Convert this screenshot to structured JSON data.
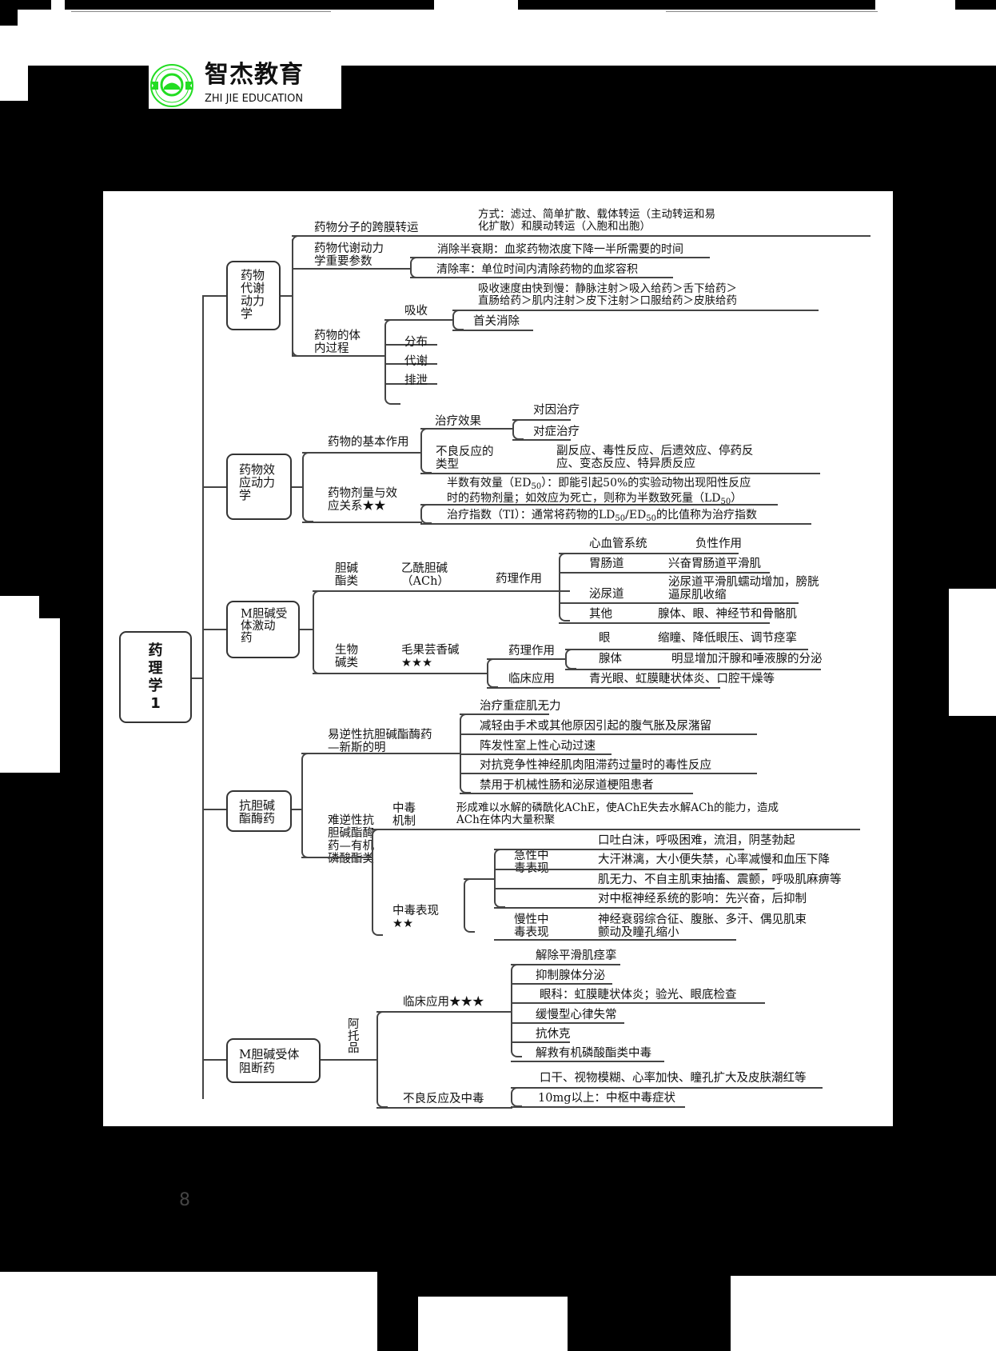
{
  "logo": {
    "cn": "智杰教育",
    "en": "ZHI JIE EDUCATION",
    "color": "#22dd22"
  },
  "page_number": "8",
  "root": {
    "label": "药\n理\n学\n1"
  },
  "branches": [
    {
      "label": "药物\n代谢\n动力\n学",
      "children": [
        {
          "label": "药物分子的跨膜转运",
          "detail": "方式：滤过、简单扩散、载体转运（主动转运和易\n化扩散）和膜动转运（入胞和出胞）"
        },
        {
          "label": "药物代谢动力\n学重要参数",
          "children": [
            "消除半衰期：血浆药物浓度下降一半所需要的时间",
            "清除率：单位时间内清除药物的血浆容积"
          ]
        },
        {
          "label": "药物的体\n内过程",
          "children": [
            {
              "label": "吸收",
              "children": [
                "吸收速度由快到慢：静脉注射＞吸入给药＞舌下给药＞\n直肠给药＞肌内注射＞皮下注射＞口服给药＞皮肤给药",
                "首关消除"
              ]
            },
            {
              "label": "分布"
            },
            {
              "label": "代谢"
            },
            {
              "label": "排泄"
            }
          ]
        }
      ]
    },
    {
      "label": "药物效\n应动力\n学",
      "children": [
        {
          "label": "药物的基本作用",
          "children": [
            {
              "label": "治疗效果",
              "children": [
                "对因治疗",
                "对症治疗"
              ]
            },
            {
              "label": "不良反应的\n类型",
              "detail": "副反应、毒性反应、后遗效应、停药反\n应、变态反应、特异质反应"
            }
          ]
        },
        {
          "label": "药物剂量与效\n应关系★★",
          "children": [
            {
              "pre": "半数有效量（ED",
              "sub": "50",
              "post": "）：即能引起50%的实验动物出现阳性反应",
              "line2_pre": "时的药物剂量；如效应为死亡，则称为半数致死量（LD",
              "line2_sub": "50",
              "line2_post": "）"
            },
            {
              "pre": "治疗指数（TI）：通常将药物的LD",
              "sub1": "50",
              "mid": "/ED",
              "sub2": "50",
              "post": "的比值称为治疗指数"
            }
          ]
        }
      ]
    },
    {
      "label": "M胆碱受\n体激动\n药",
      "children": [
        {
          "label": "胆碱\n酯类",
          "drug": "乙酰胆碱\n（ACh）",
          "action": "药理作用",
          "items": [
            {
              "k": "心血管系统",
              "v": "负性作用"
            },
            {
              "k": "胃肠道",
              "v": "兴奋胃肠道平滑肌"
            },
            {
              "k": "泌尿道",
              "v": "泌尿道平滑肌蠕动增加，膀胱\n逼尿肌收缩"
            },
            {
              "k": "其他",
              "v": "腺体、眼、神经节和骨骼肌"
            }
          ]
        },
        {
          "label": "生物\n碱类",
          "drug": "毛果芸香碱\n★★★",
          "children": [
            {
              "label": "药理作用",
              "items": [
                {
                  "k": "眼",
                  "v": "缩瞳、降低眼压、调节痉挛"
                },
                {
                  "k": "腺体",
                  "v": "明显增加汗腺和唾液腺的分泌"
                }
              ]
            },
            {
              "label": "临床应用",
              "v": "青光眼、虹膜睫状体炎、口腔干燥等"
            }
          ]
        }
      ]
    },
    {
      "label": "抗胆碱\n酯酶药",
      "children": [
        {
          "label": "易逆性抗胆碱酯酶药\n—新斯的明",
          "children": [
            "治疗重症肌无力",
            "减轻由手术或其他原因引起的腹气胀及尿潴留",
            "阵发性室上性心动过速",
            "对抗竞争性神经肌肉阻滞药过量时的毒性反应",
            "禁用于机械性肠和泌尿道梗阻患者"
          ]
        },
        {
          "label": "难逆性抗\n胆碱酯酶\n药—有机\n磷酸酯类",
          "children": [
            {
              "label": "中毒\n机制",
              "detail": "形成难以水解的磷酰化AChE，使AChE失去水解ACh的能力，造成\nACh在体内大量积聚"
            },
            {
              "label": "中毒表现\n★★",
              "children": [
                {
                  "label": "急性中\n毒表现",
                  "items": [
                    "口吐白沫，呼吸困难，流泪，阴茎勃起",
                    "大汗淋漓，大小便失禁，心率减慢和血压下降",
                    "肌无力、不自主肌束抽搐、震颤，呼吸肌麻痹等",
                    "对中枢神经系统的影响：先兴奋，后抑制"
                  ]
                },
                {
                  "label": "慢性中\n毒表现",
                  "detail": "神经衰弱综合征、腹胀、多汗、偶见肌束\n颤动及瞳孔缩小"
                }
              ]
            }
          ]
        }
      ]
    },
    {
      "label": "M胆碱受体\n阻断药",
      "drug": "阿\n托\n品",
      "children": [
        {
          "label": "临床应用★★★",
          "items": [
            "解除平滑肌痉挛",
            "抑制腺体分泌",
            "眼科：虹膜睫状体炎；验光、眼底检查",
            "缓慢型心律失常",
            "抗休克",
            "解救有机磷酸酯类中毒"
          ]
        },
        {
          "label": "不良反应及中毒",
          "items": [
            "口干、视物模糊、心率加快、瞳孔扩大及皮肤潮红等",
            "10mg以上：中枢中毒症状"
          ]
        }
      ]
    }
  ]
}
